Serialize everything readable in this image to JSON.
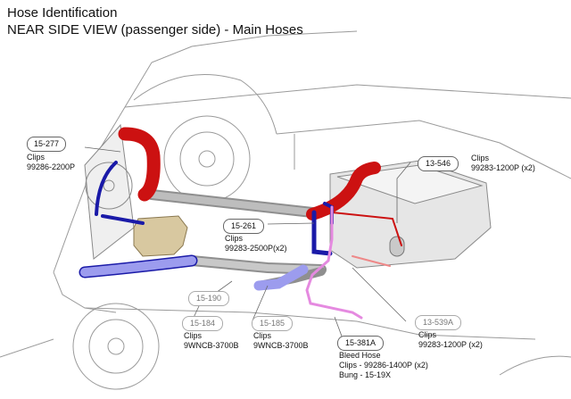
{
  "title": {
    "line1": "Hose Identification",
    "line2": "NEAR SIDE VIEW (passenger side) - Main Hoses"
  },
  "callouts": {
    "c15_277": {
      "tag": "15-277",
      "lines": [
        "Clips",
        "99286-2200P"
      ]
    },
    "c13_546": {
      "tag": "13-546",
      "lines": [
        "Clips",
        "99283-1200P (x2)"
      ]
    },
    "c15_261": {
      "tag": "15-261",
      "lines": [
        "Clips",
        "99283-2500P(x2)"
      ]
    },
    "c15_190": {
      "tag": "15-190",
      "lines": []
    },
    "c15_184": {
      "tag": "15-184",
      "lines": [
        "Clips",
        "9WNCB-3700B"
      ]
    },
    "c15_185": {
      "tag": "15-185",
      "lines": [
        "Clips",
        "9WNCB-3700B"
      ]
    },
    "c13_539a": {
      "tag": "13-539A",
      "lines": [
        "Clips",
        "99283-1200P (x2)"
      ]
    },
    "c15_381a": {
      "tag": "15-381A",
      "lines": [
        "Bleed Hose",
        "Clips - 99286-1400P (x2)",
        "Bung - 15-19X"
      ]
    }
  },
  "colors": {
    "hot_hose": "#cc1111",
    "cold_hose_dark": "#1a1aa8",
    "cold_hose_light": "#9c9cee",
    "pipe_gray": "#a8a8a8",
    "bleed_hose": "#e58ae0",
    "expansion_tank": "#d8c8a0",
    "outline": "#9a9a9a"
  }
}
